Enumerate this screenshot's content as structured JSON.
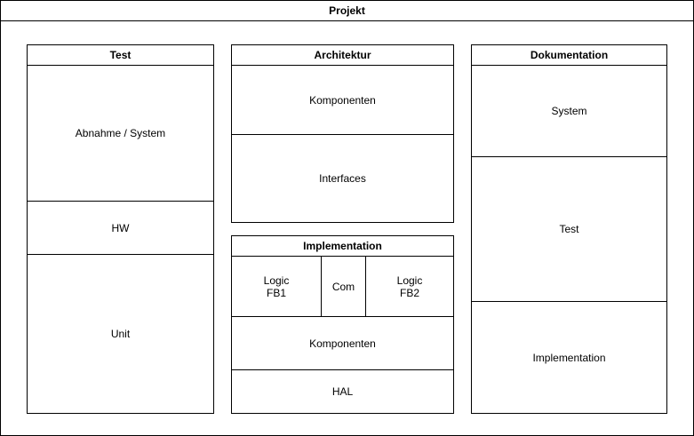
{
  "projekt": {
    "title": "Projekt"
  },
  "test": {
    "title": "Test",
    "rows": [
      "Abnahme / System",
      "HW",
      "Unit"
    ]
  },
  "architektur": {
    "title": "Architektur",
    "rows": [
      "Komponenten",
      "Interfaces"
    ]
  },
  "implementation": {
    "title": "Implementation",
    "top_cells": [
      "Logic\nFB1",
      "Com",
      "Logic\nFB2"
    ],
    "rows": [
      "Komponenten",
      "HAL"
    ]
  },
  "dokumentation": {
    "title": "Dokumentation",
    "rows": [
      "System",
      "Test",
      "Implementation"
    ]
  }
}
